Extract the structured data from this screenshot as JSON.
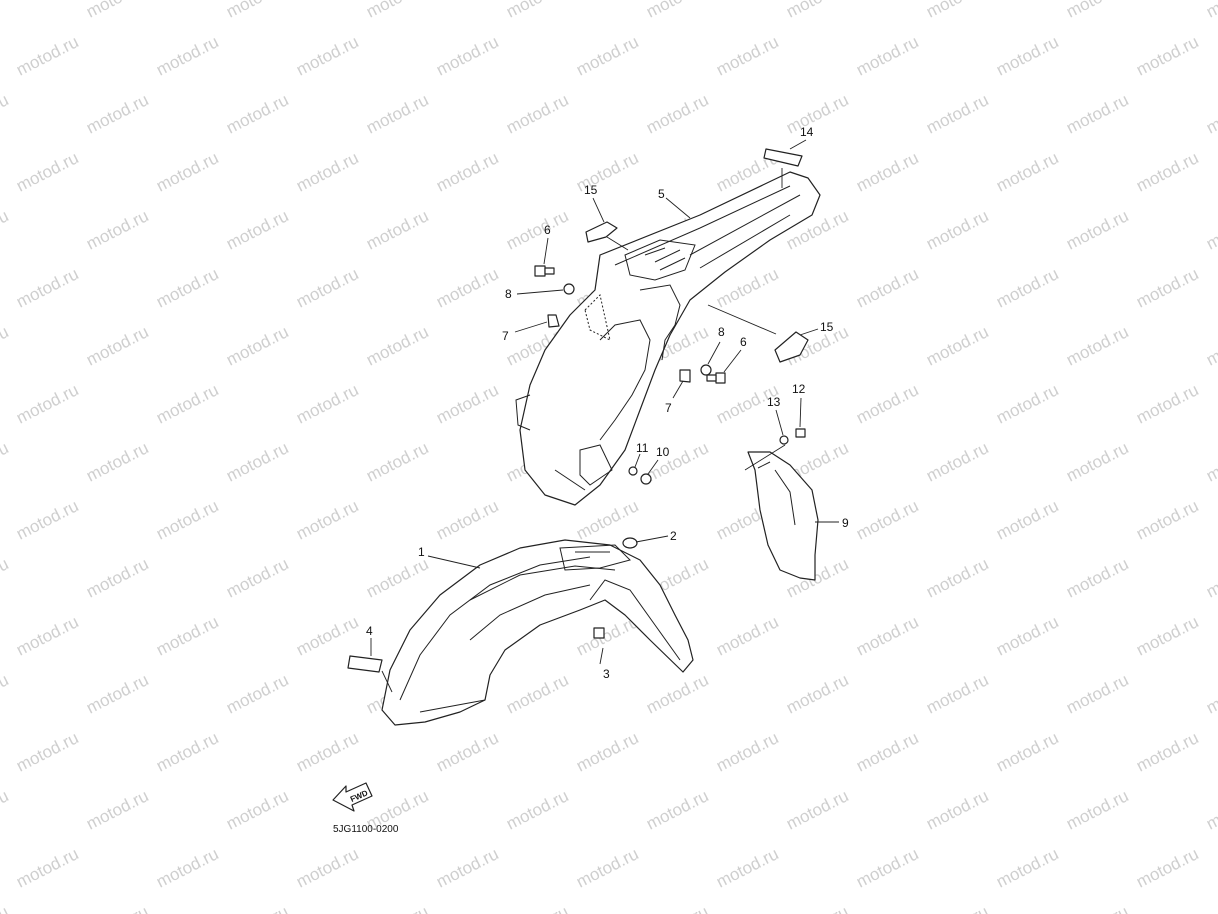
{
  "watermark": {
    "text": "motod.ru",
    "color": "#cfcfcf"
  },
  "diagram": {
    "code": "5JG1100-0200",
    "fwd_label": "FWD",
    "callouts": [
      "1",
      "2",
      "3",
      "4",
      "5",
      "6",
      "6",
      "7",
      "7",
      "8",
      "8",
      "9",
      "10",
      "11",
      "12",
      "13",
      "14",
      "15",
      "15"
    ]
  }
}
